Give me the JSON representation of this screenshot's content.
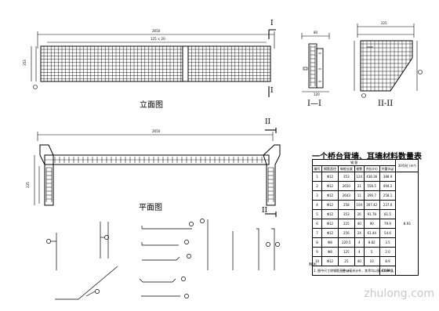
{
  "views": {
    "elevation_title": "立面图",
    "section_1_title": "I—I",
    "section_2_title": "II-II",
    "plan_title": "平面图",
    "section_mark_1": "I",
    "section_mark_2": "II"
  },
  "dimensions": {
    "elev_total": "2650",
    "elev_sub": "125 × 20",
    "elev_height": "353",
    "sec1_width": "80",
    "sec1_bottom": "120",
    "sec2_top": "225",
    "plan_total": "2650",
    "plan_left": "225"
  },
  "table": {
    "title": "一个桥台背墙、耳墙材料数量表",
    "header_group": "钢 筋",
    "last_header": "30号砼 (m³)",
    "columns": [
      "编号",
      "钢筋直径",
      "每根长度",
      "根数",
      "共长(m)",
      "共重(kg)"
    ],
    "rows": [
      [
        "1",
        "Φ12",
        "353",
        "124",
        "438.36",
        "388.9"
      ],
      [
        "2",
        "Φ12",
        "2650",
        "21",
        "556.5",
        "494.2"
      ],
      [
        "3",
        "Φ12",
        "2643",
        "11",
        "290.7",
        "258.1"
      ],
      [
        "4",
        "Φ12",
        "258",
        "104",
        "267.42",
        "237.6"
      ],
      [
        "5",
        "Φ12",
        "353",
        "26",
        "91.78",
        "81.5"
      ],
      [
        "6",
        "Φ12",
        "225",
        "40",
        "90",
        "79.9"
      ],
      [
        "7",
        "Φ12",
        "256",
        "24",
        "61.44",
        "54.6"
      ],
      [
        "8",
        "Φ8",
        "220.5",
        "4",
        "8.82",
        "3.5"
      ],
      [
        "9",
        "Φ8",
        "125",
        "4",
        "5",
        "2.0"
      ],
      [
        "10",
        "Φ12",
        "25",
        "40",
        "10",
        "8.9"
      ]
    ],
    "total_label": "合 计",
    "total_weight": "1609.2",
    "concrete": "8.93"
  },
  "note_head": "附注:",
  "note": "1. 图中尺寸除钢筋直径以毫米计外，其余均以厘米为单位。",
  "watermark": "zhulong.com"
}
